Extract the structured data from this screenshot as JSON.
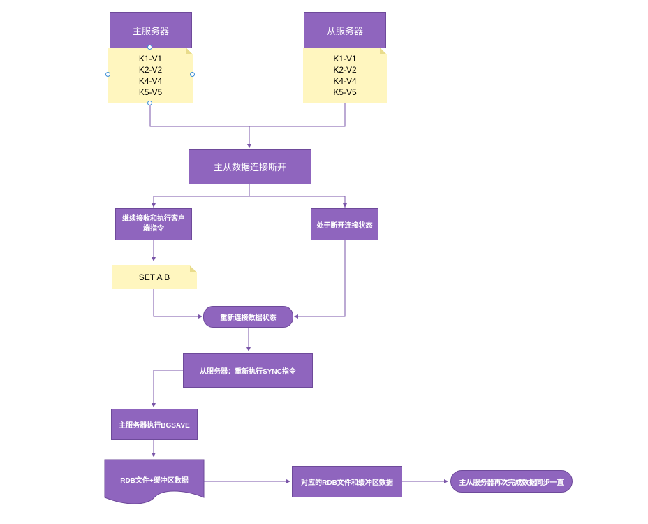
{
  "master": {
    "title": "主服务器",
    "entries": [
      "K1-V1",
      "K2-V2",
      "K4-V4",
      "K5-V5"
    ]
  },
  "slave": {
    "title": "从服务器",
    "entries": [
      "K1-V1",
      "K2-V2",
      "K4-V4",
      "K5-V5"
    ]
  },
  "steps": {
    "disconnect": "主从数据连接断开",
    "continue_exec": "继续接收和执行客户端指令",
    "disconnected_state": "处于断开连接状态",
    "set_cmd": "SET A B",
    "reconnect": "重新连接数据状态",
    "resync": "从服务器：重新执行SYNC指令",
    "bgsave": "主服务器执行BGSAVE",
    "rdb_buffer": "RDB文件+缓冲区数据",
    "send_rdb": "对应的RDB文件和缓冲区数据",
    "complete": "主从服务器再次完成数据同步一直"
  },
  "colors": {
    "box": "#8f65be",
    "line": "#7a55a8",
    "note": "#fff6bf",
    "handle": "#3b8ed6"
  }
}
